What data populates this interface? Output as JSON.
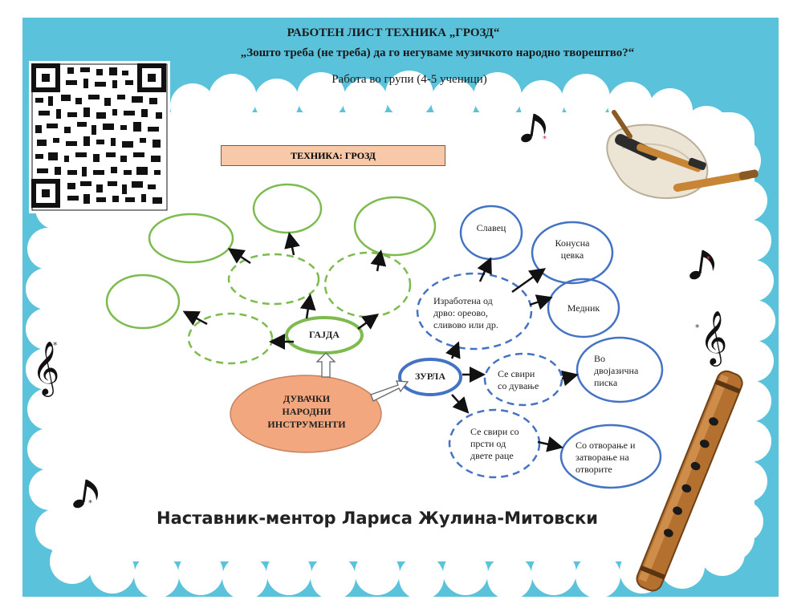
{
  "header": {
    "title": "РАБОТЕН ЛИСТ ТЕХНИКА „ГРОЗД“",
    "question": "„Зошто треба (не треба) да го негуваме музичкото народно творештво?“",
    "subtitle": "Работа во групи (4-5 ученици)"
  },
  "technique": "ТЕХНИКА: ГРОЗД",
  "center": {
    "line1": "ДУВАЧКИ",
    "line2": "НАРОДНИ",
    "line3": "ИНСТРУМЕНТИ"
  },
  "gajda": {
    "label": "ГАЈДА"
  },
  "zurla": {
    "label": "ЗУРЛА",
    "made_of": {
      "line1": "Изработена од",
      "line2": "дрво: ореово,",
      "line3": "сливово или др."
    },
    "played_blow": {
      "line1": "Се свири",
      "line2": "со дување"
    },
    "played_fingers": {
      "line1": "Се свири со",
      "line2": "прсти  од",
      "line3": "двете  раце"
    },
    "slavec": "Славец",
    "conical": {
      "line1": "Конусна",
      "line2": "цевка"
    },
    "brass": "Медник",
    "reed": {
      "line1": "Во",
      "line2": "двојазична",
      "line3": "писка"
    },
    "holes": {
      "line1": "Со отворање и",
      "line2": "затворање на",
      "line3": "отворите"
    }
  },
  "footer": {
    "mentor": "Наставник-ментор Лариса Жулина-Митовски"
  },
  "colors": {
    "frame_blue": "#5bc2dc",
    "green": "#7dbb4e",
    "blue": "#4472c4",
    "peach": "#f8c9a9",
    "salmon": "#f2a77e"
  },
  "icons": [
    "qr-code-icon",
    "music-note-icon",
    "treble-clef-icon",
    "bagpipe-icon",
    "flute-icon"
  ]
}
